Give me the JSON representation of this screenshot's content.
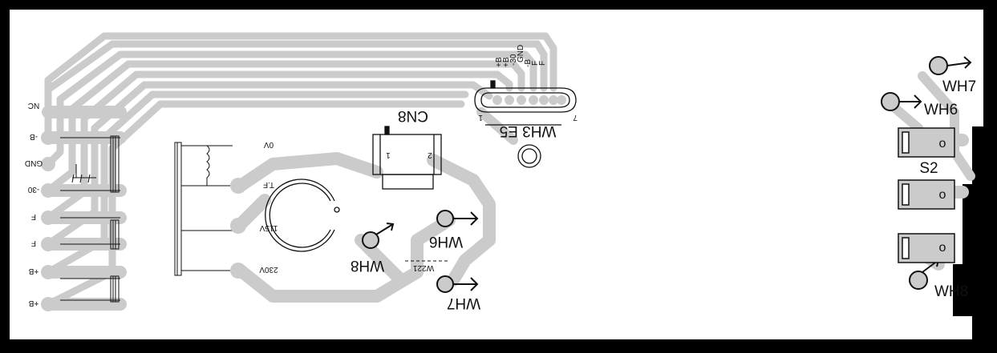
{
  "title": "",
  "left_terminals": [
    {
      "label": "NC"
    },
    {
      "label": "-B"
    },
    {
      "label": "GND"
    },
    {
      "label": "-30"
    },
    {
      "label": "F"
    },
    {
      "label": "F"
    },
    {
      "label": "+B"
    },
    {
      "label": "+B"
    }
  ],
  "transformer_taps": [
    {
      "label": "0V"
    },
    {
      "label": "T.F"
    },
    {
      "label": "115V"
    },
    {
      "label": "230V"
    }
  ],
  "connector_top": {
    "pins": [
      "F",
      "F",
      "-B",
      "GND",
      "-30",
      "+B",
      "+B"
    ],
    "pin1": "1",
    "pin7": "7",
    "name": "WH3 E5"
  },
  "cn8": {
    "name": "CN8",
    "pin1": "1",
    "pin2": "2"
  },
  "wire_labels": {
    "wh6_mid": "WH6",
    "wh8_mid": "WH8",
    "wh7_mid": "WH7",
    "w221": "W221",
    "wh7_right": "WH7",
    "wh6_right": "WH6",
    "wh8_right": "WH8",
    "s2": "S2"
  },
  "switch_pins": [
    "o",
    "o",
    "o"
  ],
  "colors": {
    "trace": "#cbcbcb",
    "ink": "#111111",
    "border": "#000000"
  }
}
